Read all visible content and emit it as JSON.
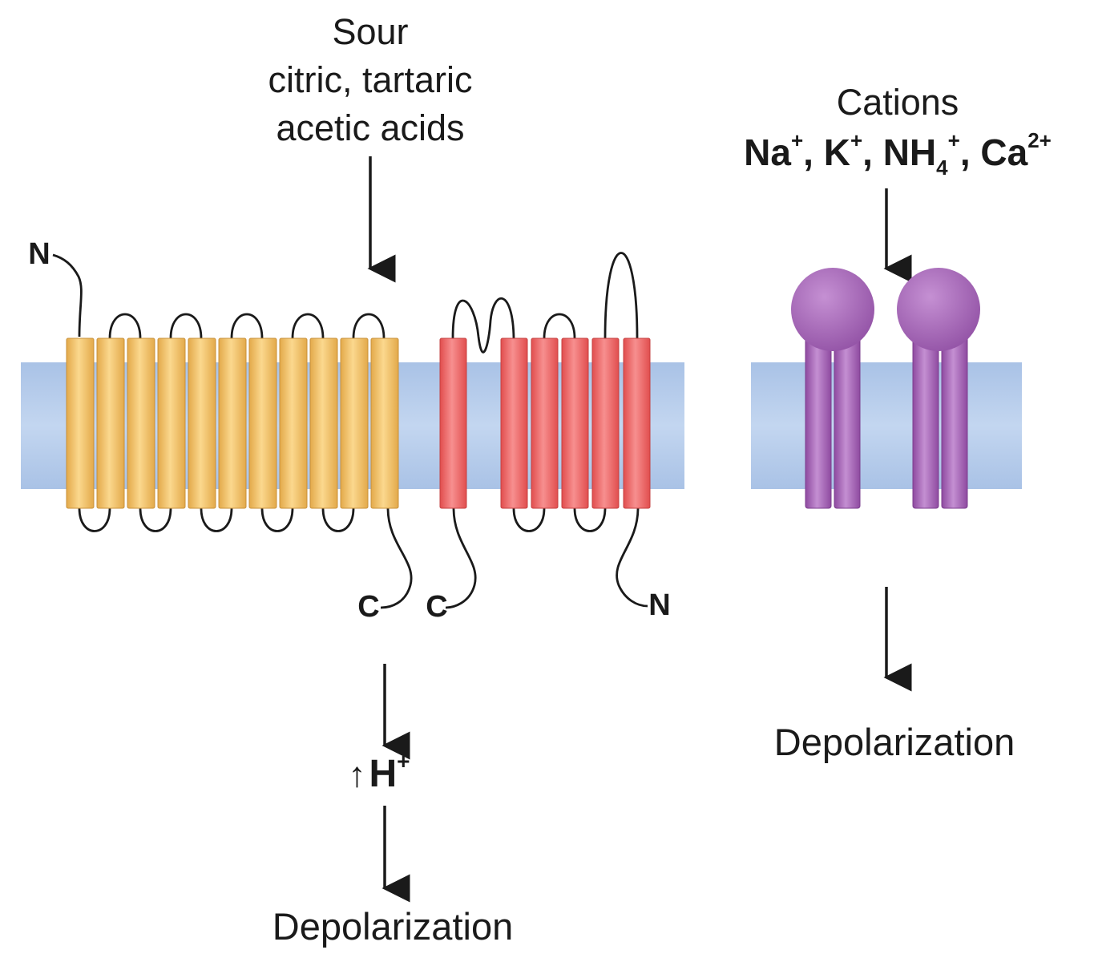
{
  "sour": {
    "line1": "Sour",
    "line2": "citric, tartaric",
    "line3": "acetic acids"
  },
  "cations": {
    "title": "Cations",
    "ions": [
      {
        "base": "Na",
        "sub": "",
        "sup": "+"
      },
      {
        "base": "K",
        "sub": "",
        "sup": "+"
      },
      {
        "base": "NH",
        "sub": "4",
        "sup": "+"
      },
      {
        "base": "Ca",
        "sub": "",
        "sup": "2+"
      }
    ],
    "separator": ", "
  },
  "terminals": {
    "yellow_n": "N",
    "yellow_c": "C",
    "red_c": "C",
    "red_n": "N"
  },
  "hplus": {
    "arrow": "↑",
    "label": "H",
    "charge": "+"
  },
  "outcomes": {
    "left": "Depolarization",
    "right": "Depolarization"
  },
  "colors": {
    "membrane": "#b7cdea",
    "yellow_helix": "#f2c46e",
    "red_helix": "#ee6b6b",
    "purple_channel": "#a763b5",
    "loop_line": "#1a1a1a"
  }
}
